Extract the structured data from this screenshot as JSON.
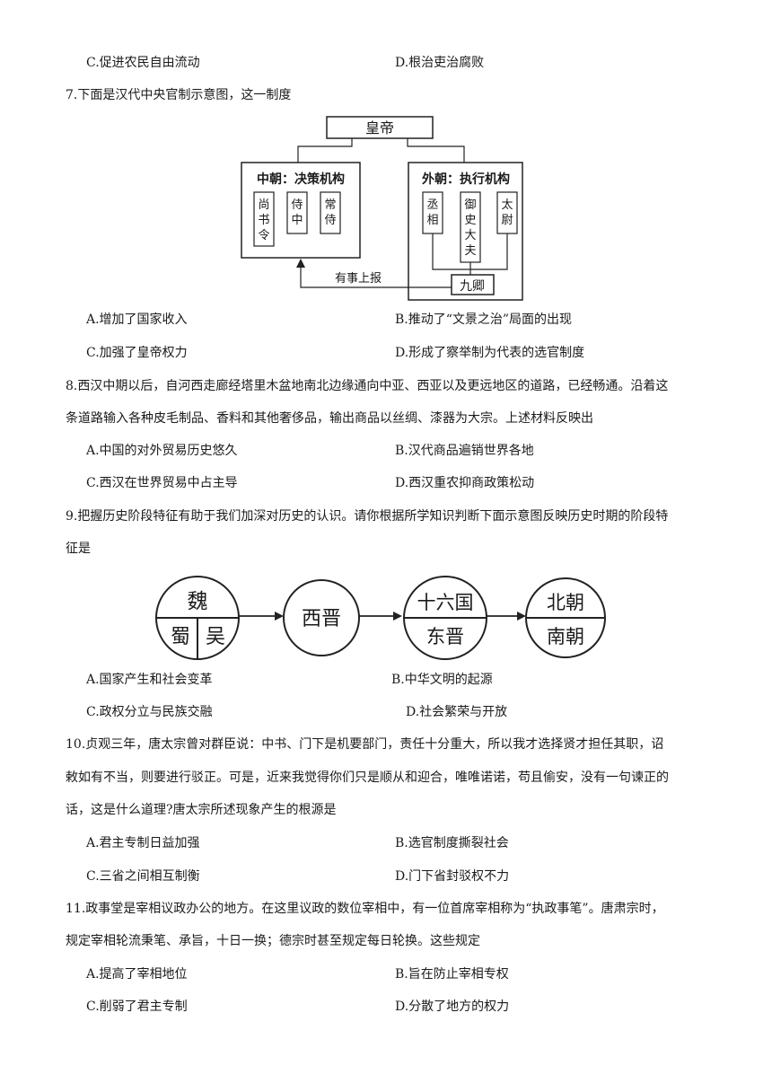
{
  "q6": {
    "optC": "C.促进农民自由流动",
    "optD": "D.根治吏治腐败"
  },
  "q7": {
    "stem": "7.下面是汉代中央官制示意图，这一制度",
    "diagram": {
      "emperor": "皇帝",
      "inner_title": "中朝：决策机构",
      "inner_items": [
        "尚书令",
        "侍中",
        "常侍"
      ],
      "outer_title": "外朝：执行机构",
      "outer_items": [
        "丞相",
        "御史大夫",
        "太尉"
      ],
      "jiuqing": "九卿",
      "report_label": "有事上报"
    },
    "optA": "A.增加了国家收入",
    "optB": "B.推动了“文景之治”局面的出现",
    "optC": "C.加强了皇帝权力",
    "optD": "D.形成了察举制为代表的选官制度"
  },
  "q8": {
    "stem1": "8.西汉中期以后，自河西走廊经塔里木盆地南北边缘通向中亚、西亚以及更远地区的道路，已经畅通。沿着这",
    "stem2": "条道路输入各种皮毛制品、香料和其他奢侈品，输出商品以丝绸、漆器为大宗。上述材料反映出",
    "optA": "A.中国的对外贸易历史悠久",
    "optB": "B.汉代商品遍销世界各地",
    "optC": "C.西汉在世界贸易中占主导",
    "optD": "D.西汉重农抑商政策松动"
  },
  "q9": {
    "stem1": "9.把握历史阶段特征有助于我们加深对历史的认识。请你根据所学知识判断下面示意图反映历史时期的阶段特",
    "stem2": "征是",
    "diagram": {
      "c1_top": "魏",
      "c1_left": "蜀",
      "c1_right": "吴",
      "c2": "西晋",
      "c3_top": "十六国",
      "c3_bottom": "东晋",
      "c4_top": "北朝",
      "c4_bottom": "南朝"
    },
    "optA": "A.国家产生和社会变革",
    "optB": "B.中华文明的起源",
    "optC": "C.政权分立与民族交融",
    "optD": "D.社会繁荣与开放"
  },
  "q10": {
    "stem1": "10.贞观三年，唐太宗曾对群臣说：中书、门下是机要部门，责任十分重大，所以我才选择贤才担任其职，诏",
    "stem2": "敕如有不当，则要进行驳正。可是，近来我觉得你们只是顺从和迎合，唯唯诺诺，苟且偷安，没有一句谏正的",
    "stem3": "话，这是什么道理?唐太宗所述现象产生的根源是",
    "optA": "A.君主专制日益加强",
    "optB": "B.选官制度撕裂社会",
    "optC": "C.三省之间相互制衡",
    "optD": "D.门下省封驳权不力"
  },
  "q11": {
    "stem1": "11.政事堂是宰相议政办公的地方。在这里议政的数位宰相中，有一位首席宰相称为“执政事笔”。唐肃宗时，",
    "stem2": "规定宰相轮流秉笔、承旨，十日一换；德宗时甚至规定每日轮换。这些规定",
    "optA": "A.提高了宰相地位",
    "optB": "B.旨在防止宰相专权",
    "optC": "C.削弱了君主专制",
    "optD": "D.分散了地方的权力"
  }
}
